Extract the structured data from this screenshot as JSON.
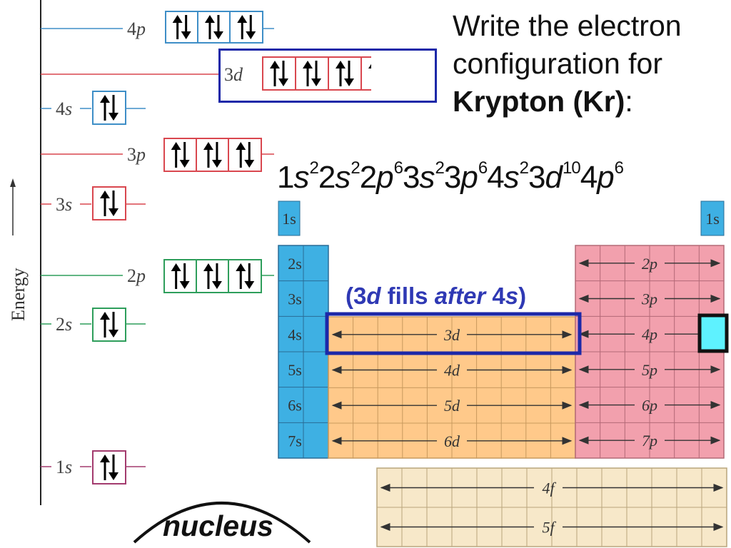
{
  "prompt": {
    "line1": "Write the electron",
    "line2": "configuration for",
    "element": "Krypton (Kr)",
    "colon": ":"
  },
  "configuration": [
    {
      "n": "1",
      "l": "s",
      "e": "2"
    },
    {
      "n": "2",
      "l": "s",
      "e": "2"
    },
    {
      "n": "2",
      "l": "p",
      "e": "6"
    },
    {
      "n": "3",
      "l": "s",
      "e": "2"
    },
    {
      "n": "3",
      "l": "p",
      "e": "6"
    },
    {
      "n": "4",
      "l": "s",
      "e": "2"
    },
    {
      "n": "3",
      "l": "d",
      "e": "10"
    },
    {
      "n": "4",
      "l": "p",
      "e": "6"
    }
  ],
  "note": {
    "open": "(3",
    "d": "d",
    "mid": " fills ",
    "after": "after",
    "four": " 4",
    "s": "s",
    "close": ")"
  },
  "nucleus_label": "nucleus",
  "energy_axis_label": "Energy",
  "orbital_diagram": [
    {
      "label": "1s",
      "boxes": 1,
      "color": "#a33b6e"
    },
    {
      "label": "2s",
      "boxes": 1,
      "color": "#2e9e5b"
    },
    {
      "label": "2p",
      "boxes": 3,
      "color": "#2e9e5b"
    },
    {
      "label": "3s",
      "boxes": 1,
      "color": "#d9474f"
    },
    {
      "label": "3p",
      "boxes": 3,
      "color": "#d9474f"
    },
    {
      "label": "4s",
      "boxes": 1,
      "color": "#3e8ec7"
    },
    {
      "label": "3d",
      "boxes": 5,
      "color": "#d9474f"
    },
    {
      "label": "4p",
      "boxes": 3,
      "color": "#3e8ec7"
    }
  ],
  "periodic_blocks": {
    "s_block_rows": [
      "2s",
      "3s",
      "4s",
      "5s",
      "6s",
      "7s"
    ],
    "h_label": "1s",
    "he_label": "1s",
    "d_block_rows": [
      "3d",
      "4d",
      "5d",
      "6d"
    ],
    "p_block_rows": [
      "2p",
      "3p",
      "4p",
      "5p",
      "6p",
      "7p"
    ],
    "f_block_rows": [
      "4f",
      "5f"
    ]
  },
  "colors": {
    "s_block": "#3eb0e3",
    "d_block": "#ffc98a",
    "p_block": "#f2a0ad",
    "f_block": "#f7e8c9",
    "highlight": "#1c28a8",
    "kr_marker": "#5ef2ff"
  }
}
